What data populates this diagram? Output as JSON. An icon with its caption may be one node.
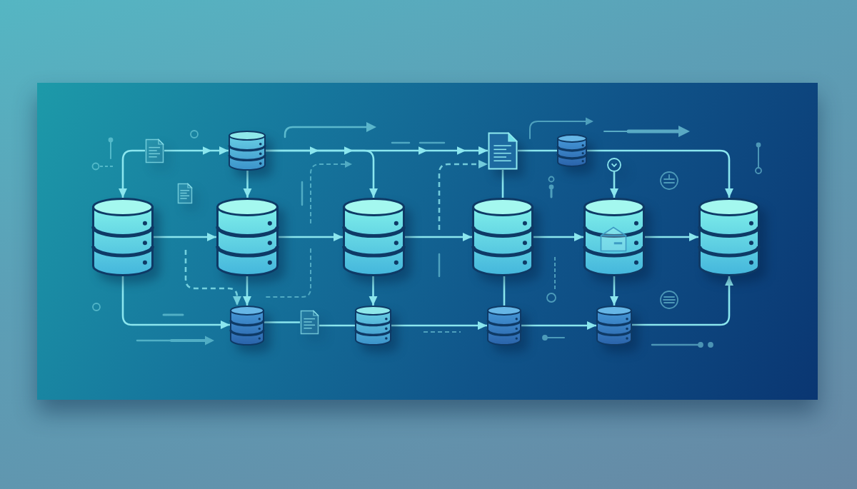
{
  "diagram": {
    "nodes": [
      {
        "text": [],
        "shape": "document"
      },
      {
        "text": [],
        "shape": "cylinder"
      },
      {
        "text": [],
        "shape": "document"
      },
      {
        "text": [],
        "shape": "cylinder"
      },
      {
        "text": [],
        "shape": "circle"
      },
      {
        "text": [],
        "shape": "document"
      },
      {
        "text": [],
        "shape": "cylinder"
      },
      {
        "text": [],
        "shape": "cylinder"
      },
      {
        "text": [],
        "shape": "cylinder"
      },
      {
        "text": [],
        "shape": "cylinder"
      },
      {
        "text": [],
        "shape": "cylinder"
      },
      {
        "text": [],
        "shape": "cylinder"
      },
      {
        "text": [],
        "shape": "cylinder"
      },
      {
        "text": [],
        "shape": "document"
      },
      {
        "text": [],
        "shape": "cylinder"
      },
      {
        "text": [],
        "shape": "cylinder"
      },
      {
        "text": [],
        "shape": "cylinder"
      }
    ],
    "edges": [
      {
        "from": 0,
        "to": 1,
        "arrow": "to"
      },
      {
        "from": 0,
        "to": 6,
        "arrow": "to"
      },
      {
        "from": 1,
        "to": 7,
        "arrow": "to"
      },
      {
        "from": 1,
        "to": 8,
        "arrow": "to"
      },
      {
        "from": 1,
        "to": 2,
        "arrow": "to"
      },
      {
        "from": null,
        "to": 2,
        "arrow": "to",
        "style": "dashed"
      },
      {
        "from": 2,
        "to": 9,
        "arrow": "none"
      },
      {
        "from": 2,
        "to": 3,
        "arrow": "none"
      },
      {
        "from": 3,
        "to": 11,
        "arrow": "to"
      },
      {
        "from": 4,
        "to": 10,
        "arrow": "to"
      },
      {
        "from": 6,
        "to": 7,
        "arrow": "to"
      },
      {
        "from": 7,
        "to": 8,
        "arrow": "to"
      },
      {
        "from": 8,
        "to": 9,
        "arrow": "to"
      },
      {
        "from": 9,
        "to": 10,
        "arrow": "to"
      },
      {
        "from": 10,
        "to": 11,
        "arrow": "to"
      },
      {
        "from": 6,
        "to": 12,
        "arrow": "to"
      },
      {
        "from": 7,
        "to": 12,
        "arrow": "to"
      },
      {
        "from": null,
        "to": 12,
        "arrow": "to",
        "style": "dashed"
      },
      {
        "from": 12,
        "to": 13,
        "arrow": "none"
      },
      {
        "from": 13,
        "to": 14,
        "arrow": "none"
      },
      {
        "from": 8,
        "to": 14,
        "arrow": "to"
      },
      {
        "from": 14,
        "to": 15,
        "arrow": "to"
      },
      {
        "from": 9,
        "to": 15,
        "arrow": "none"
      },
      {
        "from": 15,
        "to": 16,
        "arrow": "to"
      },
      {
        "from": 10,
        "to": 16,
        "arrow": "to"
      },
      {
        "from": 16,
        "to": 11,
        "arrow": "to"
      }
    ]
  }
}
